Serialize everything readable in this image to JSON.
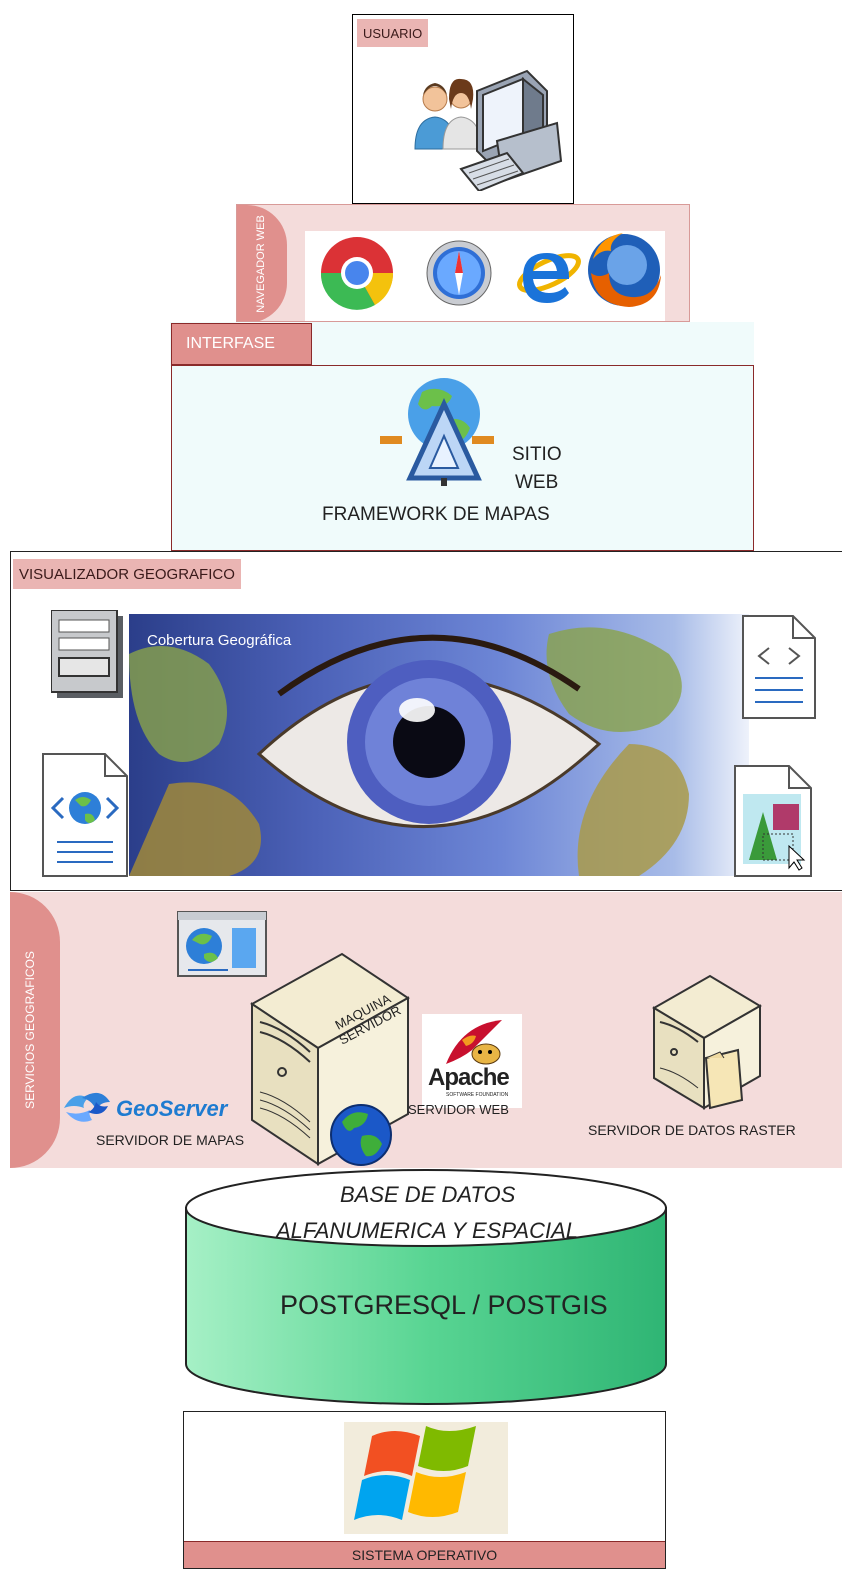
{
  "usuario": {
    "tag": "USUARIO"
  },
  "navegador": {
    "tag": "NAVEGADOR WEB",
    "browsers": [
      "chrome-icon",
      "safari-icon",
      "internet-explorer-icon",
      "firefox-icon"
    ]
  },
  "interfase": {
    "tag": "INTERFASE",
    "sitio_line1": "SITIO",
    "sitio_line2": "WEB",
    "framework": "FRAMEWORK DE MAPAS"
  },
  "visualizador": {
    "tag": "VISUALIZADOR GEOGRAFICO",
    "image_caption": "Cobertura Geográfica"
  },
  "servicios": {
    "tag": "SERVICIOS GEOGRAFICOS",
    "maquina": "MAQUINA SERVIDOR",
    "apache_logo": "Apache",
    "apache_sub": "SOFTWARE FOUNDATION",
    "servidor_web": "SERVIDOR WEB",
    "geoserver_logo": "GeoServer",
    "servidor_mapas": "SERVIDOR DE MAPAS",
    "servidor_raster": "SERVIDOR DE DATOS RASTER"
  },
  "base_datos": {
    "line1": "BASE DE DATOS",
    "line2": "ALFANUMERICA Y ESPACIAL",
    "engine": "POSTGRESQL / POSTGIS"
  },
  "sistema": {
    "tag": "SISTEMA OPERATIVO"
  },
  "colors": {
    "tag_bg": "#eab5b3",
    "section_pink": "#f4dcdb",
    "interfase_bg": "#f0fbfb",
    "db_green": "#5fd89a",
    "border_dark_red": "#8a2a2a"
  }
}
